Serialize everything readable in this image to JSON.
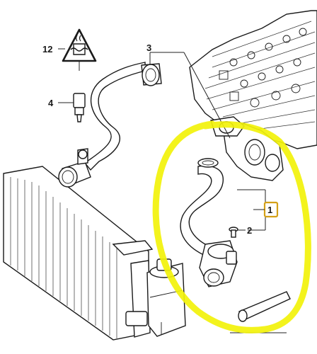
{
  "diagram": {
    "callouts": [
      {
        "id": "c12",
        "label": "12"
      },
      {
        "id": "c3",
        "label": "3"
      },
      {
        "id": "c4",
        "label": "4"
      },
      {
        "id": "c1",
        "label": "1"
      },
      {
        "id": "c2",
        "label": "2"
      }
    ],
    "colors": {
      "highlight": "#f2f20a",
      "callout_box": "#d4a017",
      "line": "#1a1a1a"
    },
    "icons": {
      "warning_sign": "hot-coolant-warning-triangle-icon"
    }
  }
}
